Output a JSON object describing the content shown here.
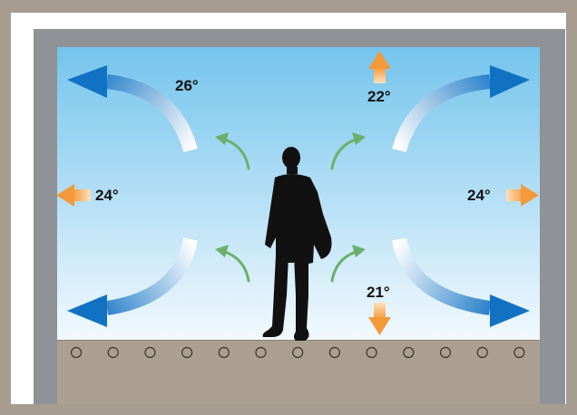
{
  "temperatures": {
    "top_left": "26°",
    "top_right": "22°",
    "left": "24°",
    "right": "24°",
    "bottom": "21°"
  },
  "colors": {
    "outer_frame": "#a69c90",
    "inner_frame": "#8f9296",
    "sky_top": "#74c4ec",
    "sky_bottom": "#f2f9fe",
    "floor": "#ab9f91",
    "blue_arrow": "#1172c4",
    "orange_arrow": "#f49a3a",
    "green_arrow": "#6bb06a",
    "silhouette": "#111111"
  },
  "floor": {
    "vent_count": 13
  },
  "icons": {
    "blue": "curved-airflow-arrow-icon",
    "orange": "heat-flow-arrow-icon",
    "green": "convection-arrow-icon",
    "person": "person-silhouette-icon",
    "vent": "floor-vent-icon"
  }
}
